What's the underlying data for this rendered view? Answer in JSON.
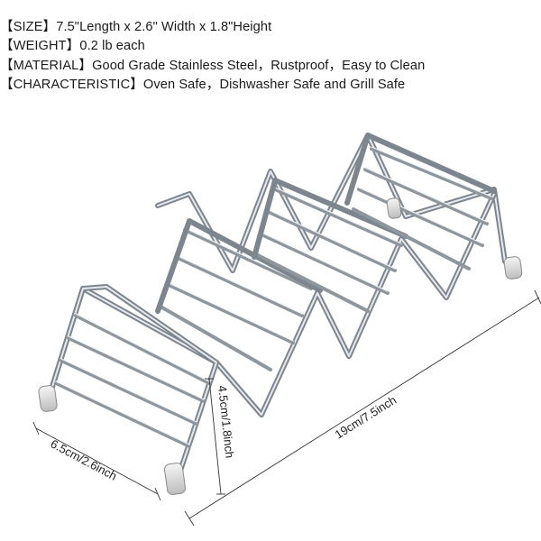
{
  "specs": {
    "size": "【SIZE】7.5\"Length x 2.6\" Width x 1.8\"Height",
    "weight": "【WEIGHT】0.2 lb each",
    "material": "【MATERIAL】Good Grade Stainless Steel，Rustproof，Easy to Clean",
    "characteristic": "【CHARACTERISTIC】Oven Safe，Dishwasher Safe and Grill Safe"
  },
  "dimensions": {
    "length": "19cm/7.5inch",
    "width": "6.5cm/2.6inch",
    "height": "4.5cm/1.8inch"
  },
  "colors": {
    "steel_dark": "#7d858e",
    "steel_light": "#d8dde2",
    "line": "#333333",
    "text": "#1a1a1a"
  }
}
